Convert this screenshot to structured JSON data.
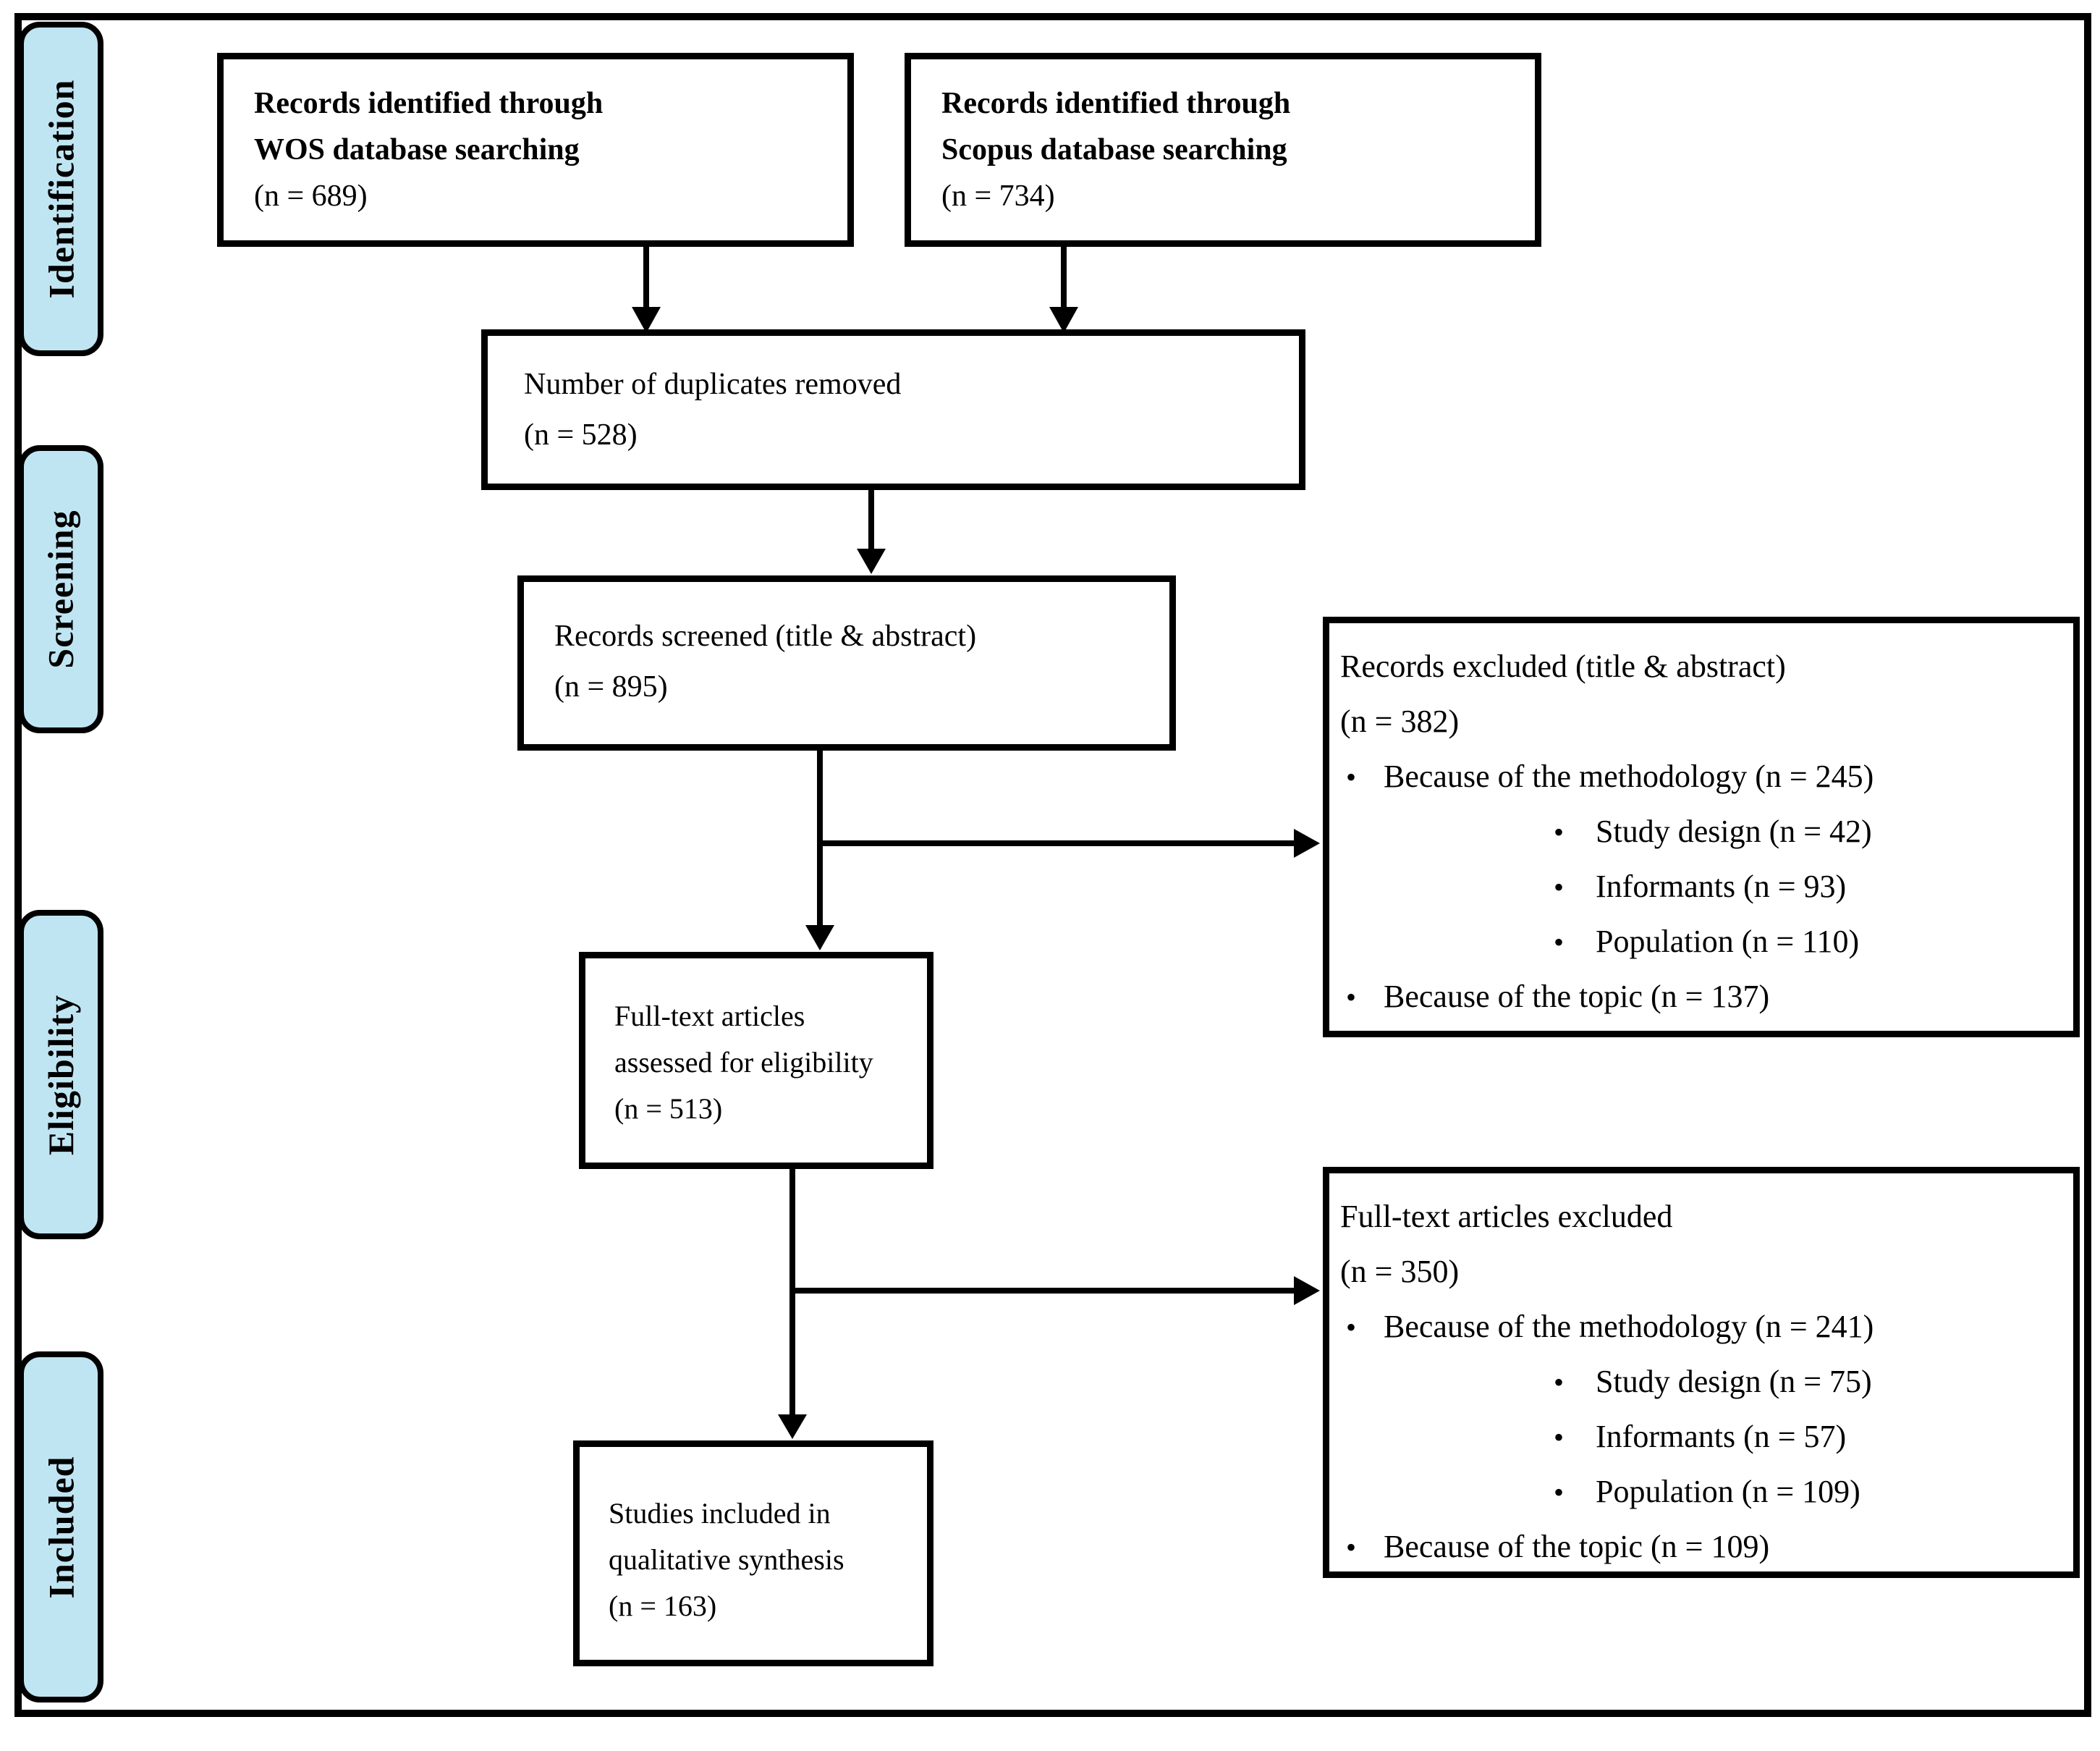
{
  "diagram": {
    "title_hint": "PRISMA flow diagram",
    "colors": {
      "stage_fill": "#C0E5F2",
      "line": "#000000",
      "box_fill": "#FFFFFF"
    },
    "stages": [
      {
        "label": "Identification"
      },
      {
        "label": "Screening"
      },
      {
        "label": "Eligibility"
      },
      {
        "label": "Included"
      }
    ],
    "boxes": {
      "wos": {
        "line1": "Records identified through",
        "line2": "WOS database searching",
        "line3": "(n = 689)"
      },
      "scopus": {
        "line1": "Records identified through",
        "line2": "Scopus database searching",
        "line3": "(n = 734)"
      },
      "duplicates": {
        "line1": "Number of duplicates removed",
        "line2": "(n = 528)"
      },
      "screened": {
        "line1": "Records screened (title & abstract)",
        "line2": "(n = 895)"
      },
      "fulltext": {
        "line1": "Full-text articles",
        "line2": "assessed for eligibility",
        "line3": "(n = 513)"
      },
      "included": {
        "line1": "Studies included in",
        "line2": "qualitative synthesis",
        "line3": "(n = 163)"
      },
      "excluded_screening": {
        "lines": [
          {
            "bullet": "",
            "text": "Records excluded (title & abstract)"
          },
          {
            "bullet": "",
            "text": "(n = 382)"
          },
          {
            "bullet": "•",
            "text": "Because of the methodology (n = 245)"
          },
          {
            "bullet": "•",
            "text": "Study design (n = 42)"
          },
          {
            "bullet": "•",
            "text": "Informants (n = 93)"
          },
          {
            "bullet": "•",
            "text": "Population (n = 110)"
          },
          {
            "bullet": "•",
            "text": "Because of the topic (n = 137)"
          }
        ]
      },
      "excluded_fulltext": {
        "lines": [
          {
            "bullet": "",
            "text": "Full-text articles excluded"
          },
          {
            "bullet": "",
            "text": "(n = 350)"
          },
          {
            "bullet": "•",
            "text": "Because of the methodology (n = 241)"
          },
          {
            "bullet": "•",
            "text": "Study design (n = 75)"
          },
          {
            "bullet": "•",
            "text": "Informants (n = 57)"
          },
          {
            "bullet": "•",
            "text": "Population (n = 109)"
          },
          {
            "bullet": "•",
            "text": "Because of the topic (n = 109)"
          }
        ]
      }
    }
  }
}
